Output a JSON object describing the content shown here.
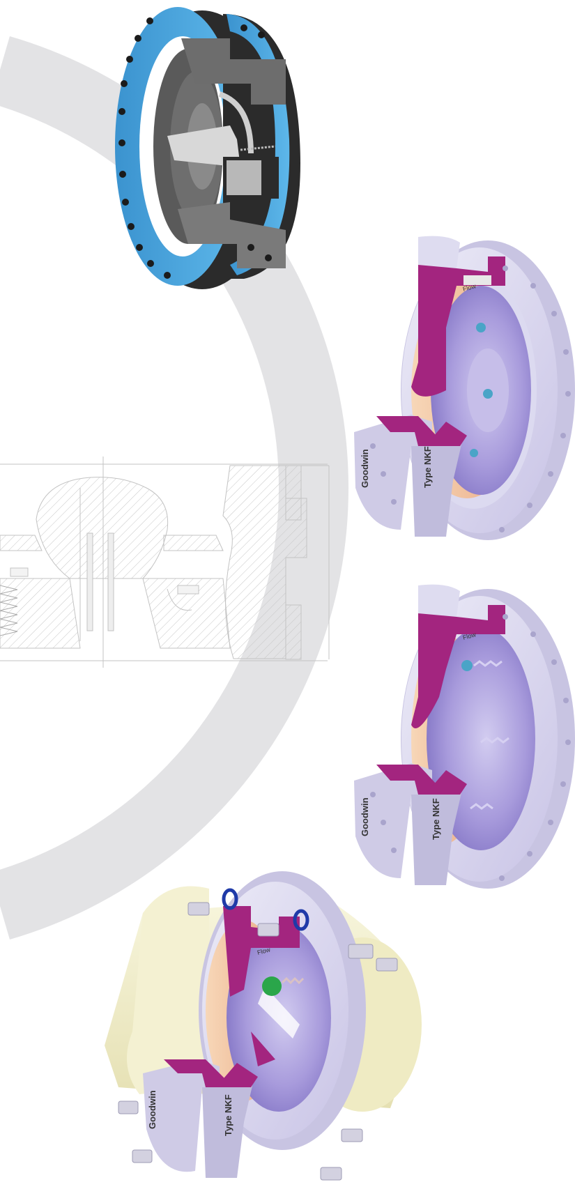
{
  "labels": {
    "brand": "Goodwin",
    "type": "Type NKF",
    "flow": "Flow"
  },
  "colors": {
    "arc": "#e3e3e5",
    "magenta": "#a3257f",
    "lavender": "#d9d6ee",
    "violet": "#a59ad6",
    "peach": "#f3c5a2",
    "cream": "#f2efc8",
    "steel_blue": "#4aa5dc",
    "dark_gray": "#4a4a4a"
  }
}
